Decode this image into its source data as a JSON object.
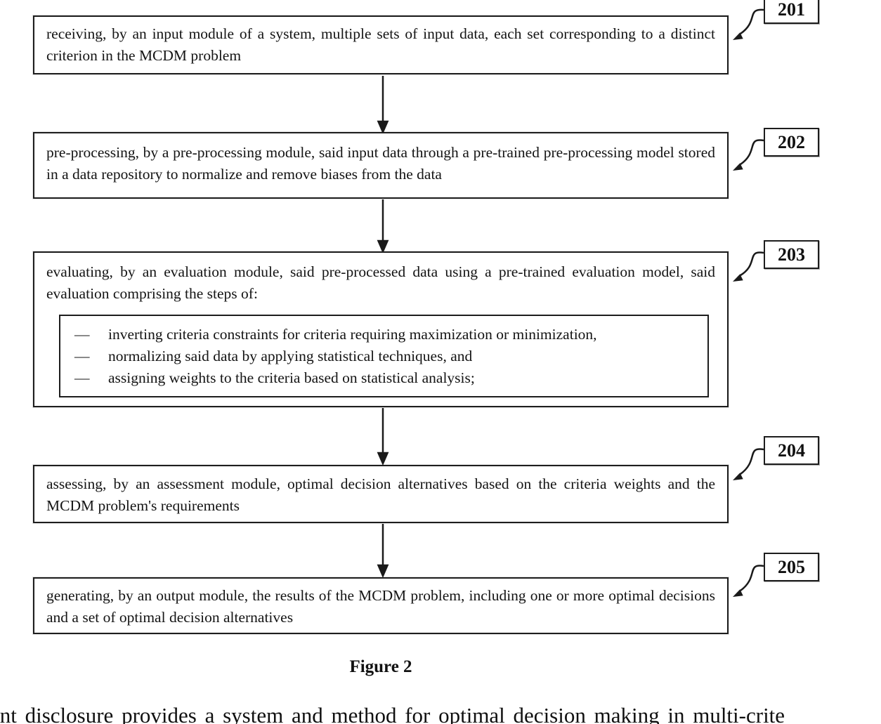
{
  "figure": {
    "caption": "Figure 2",
    "bullet": "—",
    "steps": [
      {
        "id": "201",
        "text": "receiving, by an input module of a system, multiple sets of input data, each set corresponding to a distinct criterion in the MCDM problem"
      },
      {
        "id": "202",
        "text": "pre-processing, by a pre-processing module, said input data through a pre-trained pre-processing model stored in a data repository to normalize and remove biases from the data"
      },
      {
        "id": "203",
        "text": "evaluating, by an evaluation module, said pre-processed data using a pre-trained evaluation model, said evaluation comprising the steps of:",
        "substeps": [
          "inverting criteria constraints for criteria requiring maximization or minimization,",
          "normalizing said data by applying statistical techniques, and",
          "assigning weights to the criteria based on statistical analysis;"
        ]
      },
      {
        "id": "204",
        "text": "assessing, by an assessment module, optimal decision alternatives based on the criteria weights and the MCDM problem's requirements"
      },
      {
        "id": "205",
        "text": "generating, by an output module, the results of the MCDM problem, including one or more optimal decisions and a set of optimal decision alternatives"
      }
    ]
  },
  "body_text_partial": "ent disclosure provides a system and method for optimal decision making in multi-crite",
  "colors": {
    "ink": "#1d1d1d",
    "background": "#ffffff"
  }
}
